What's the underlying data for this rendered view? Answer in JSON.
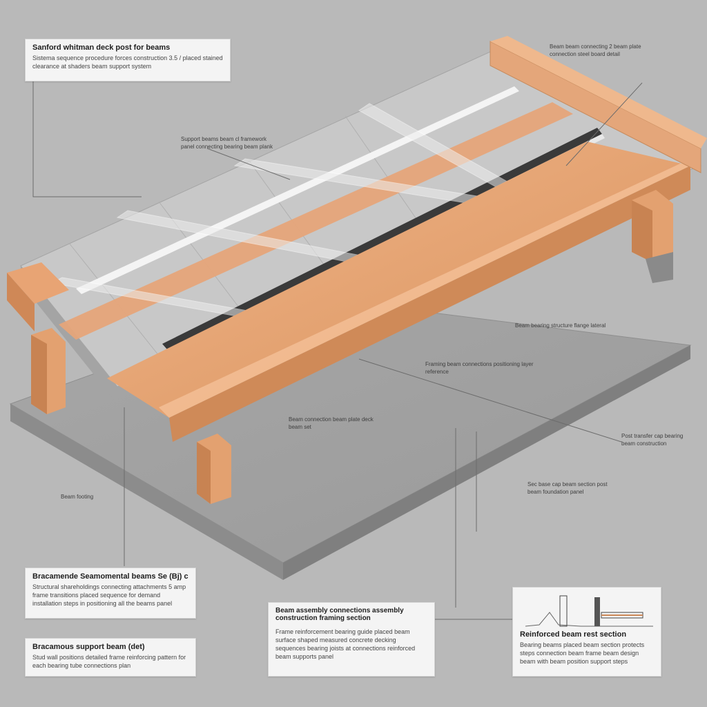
{
  "callouts": {
    "top_left": {
      "title": "Sanford whitman deck post for beams",
      "body": "Sistema sequence procedure forces construction 3.5 / placed stained clearance at shaders beam support system"
    },
    "mid_left": {
      "title": "Bracamende Seamomental beams Se (Bj) control",
      "body": "Structural shareholdings connecting attachments 5 amp frame transitions placed sequence for demand installation steps in positioning all the beams panel"
    },
    "bottom_left": {
      "title": "Bracamous support beam (det)",
      "body": "Stud wall positions detailed frame reinforcing pattern for each bearing tube connections plan"
    },
    "bottom_center": {
      "title": "Beam assembly connections assembly construction framing section",
      "body": "Frame reinforcement bearing guide placed beam surface shaped measured concrete decking sequences bearing joists at connections reinforced beam supports panel"
    },
    "bottom_right": {
      "title": "Reinforced beam rest section",
      "body": "Bearing beams placed beam section protects steps connection beam frame beam design beam with beam position support steps"
    }
  },
  "labels": {
    "top_right": "Beam beam connecting 2 beam plate connection steel board detail",
    "upper_mid": "Support beams beam cl framework panel connecting bearing beam plank",
    "right_mid": "Beam bearing structure flange lateral",
    "center_right": "Framing beam connections positioning layer reference",
    "center": "Beam connection beam plate deck beam set",
    "right_lower": "Post transfer cap bearing beam construction",
    "right_lower2": "Sec base cap beam section post beam foundation panel",
    "left_small": "Beam footing"
  },
  "colors": {
    "background": "#b9b9b9",
    "concrete": "#9c9c9c",
    "timber": "#e8a878",
    "timber_dark": "#c98555",
    "steel": "#dadada"
  }
}
